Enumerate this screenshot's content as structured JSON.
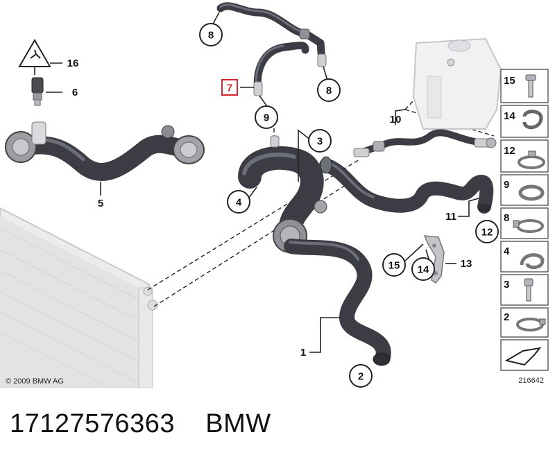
{
  "diagram": {
    "copyright": "© 2009 BMW AG",
    "reference_number": "216642",
    "callouts": [
      "8",
      "8",
      "7",
      "9",
      "3",
      "4",
      "10",
      "11",
      "12",
      "15",
      "14",
      "13",
      "2",
      "1",
      "16",
      "6",
      "5"
    ],
    "highlighted_callout": "7",
    "accent_color": "#d9232d",
    "parts_column": [
      "15",
      "14",
      "12",
      "9",
      "8",
      "4",
      "3",
      "2"
    ]
  },
  "caption": {
    "part_number": "17127576363",
    "brand": "BMW"
  }
}
